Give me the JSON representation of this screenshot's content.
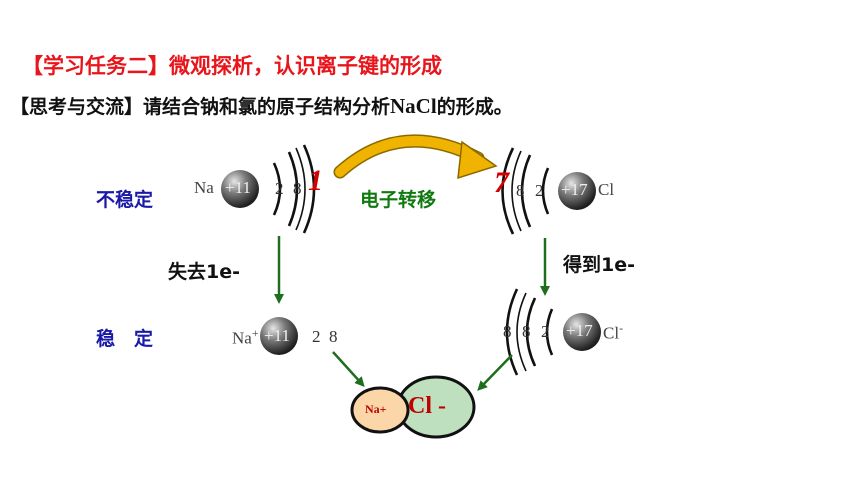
{
  "title": "【学习任务二】微观探析，认识离子键的形成",
  "prompt": {
    "prefix": "【思考与交流】请结合钠和氯的原子结构分析",
    "formula": "NaCl",
    "suffix": "的形成。"
  },
  "labels": {
    "unstable": "不稳定",
    "stable": "稳　定",
    "transfer": "电子转移",
    "lose": "失去1e-",
    "gain": "得到1e-"
  },
  "na_atom": {
    "symbol": "Na",
    "nucleus": "+11",
    "shells": [
      "2",
      "8"
    ],
    "outer": "1"
  },
  "cl_atom": {
    "symbol": "Cl",
    "nucleus": "+17",
    "outer": "7",
    "shells": [
      "8",
      "2"
    ]
  },
  "na_ion": {
    "symbol": "Na",
    "superscript": "+",
    "nucleus": "+11",
    "shells": [
      "2",
      "8"
    ]
  },
  "cl_ion": {
    "symbol": "Cl",
    "superscript": "-",
    "nucleus": "+17",
    "shells": [
      "8",
      "8",
      "2"
    ]
  },
  "compound": {
    "cation": "Na+",
    "anion": "Cl -"
  },
  "colors": {
    "title_red": "#e8151b",
    "label_blue": "#1a1aa6",
    "label_green": "#107a10",
    "arrow_green": "#1e6e1e",
    "curve_arrow": "#f0b400",
    "na_ion_fill": "#fbd6a8",
    "cl_ion_fill": "#bfe0bf"
  }
}
